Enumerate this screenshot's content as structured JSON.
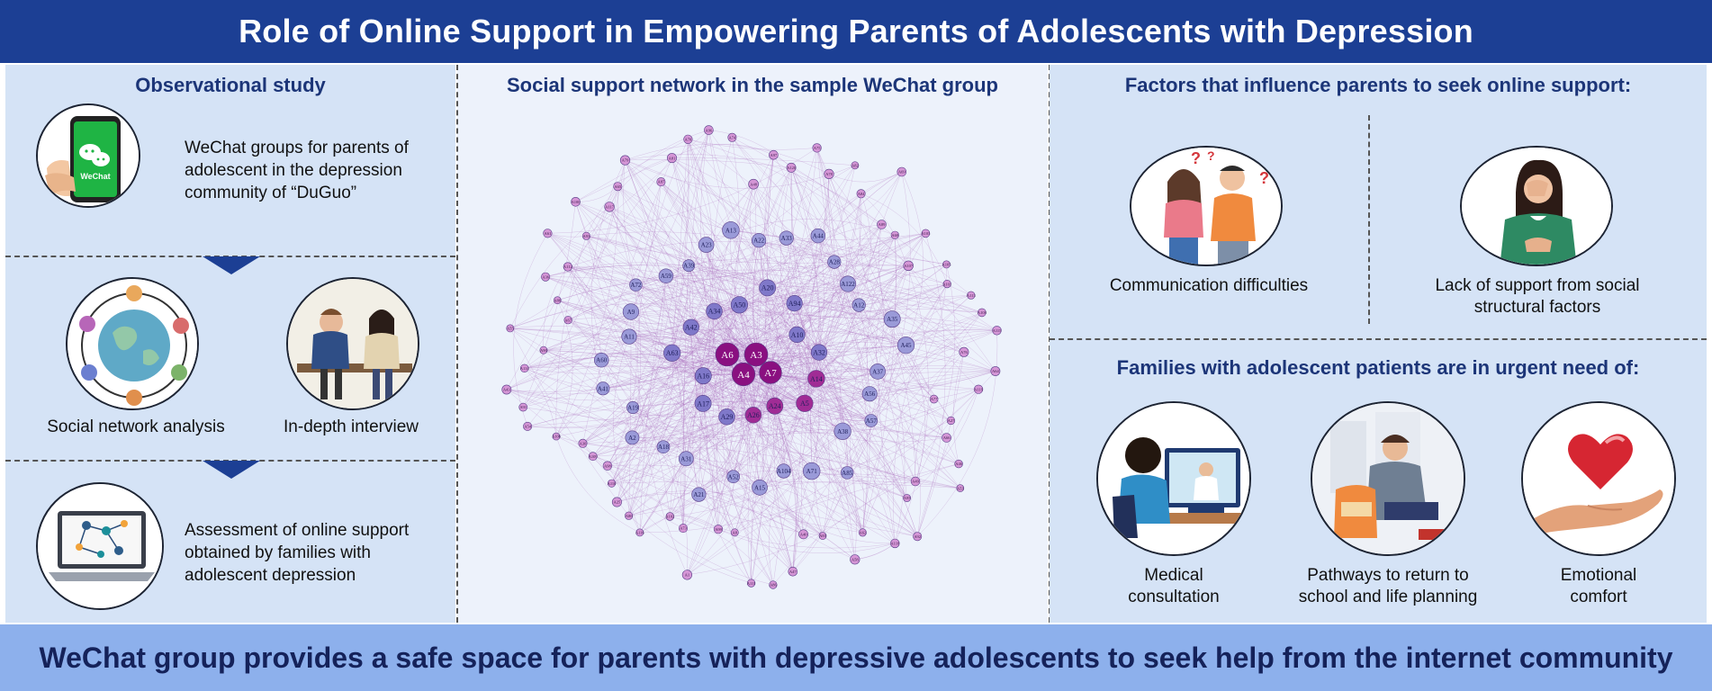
{
  "title": "Role of Online Support in Empowering Parents of Adolescents with Depression",
  "left": {
    "heading": "Observational study",
    "step1_text": "WeChat groups for parents of adolescent in the depression community of “DuGuo”",
    "wechat_logo_text": "WeChat",
    "sna_label": "Social network analysis",
    "interview_label": "In-depth interview",
    "step3_text": "Assessment of online support obtained by families with adolescent depression"
  },
  "middle": {
    "heading": "Social support network in the sample WeChat group"
  },
  "network": {
    "inner_nodes": [
      {
        "label": "A6",
        "r": 1.0
      },
      {
        "label": "A3",
        "r": 1.0
      },
      {
        "label": "A4",
        "r": 0.95
      },
      {
        "label": "A7",
        "r": 0.8
      },
      {
        "label": "A14",
        "r": 0.8
      },
      {
        "label": "A5",
        "r": 0.75
      },
      {
        "label": "A24",
        "r": 0.7
      },
      {
        "label": "A26",
        "r": 0.65
      },
      {
        "label": "A29",
        "r": 0.65
      },
      {
        "label": "A17",
        "r": 0.7
      },
      {
        "label": "A16",
        "r": 0.7
      },
      {
        "label": "A63",
        "r": 0.75
      },
      {
        "label": "A42",
        "r": 0.6
      },
      {
        "label": "A34",
        "r": 0.65
      },
      {
        "label": "A50",
        "r": 0.75
      },
      {
        "label": "A20",
        "r": 0.7
      },
      {
        "label": "A94",
        "r": 0.6
      },
      {
        "label": "A10",
        "r": 0.6
      },
      {
        "label": "A32",
        "r": 0.6
      }
    ],
    "mid_nodes": [
      "A37",
      "A56",
      "A57",
      "A38",
      "A85",
      "A71",
      "A104",
      "A15",
      "A52",
      "A21",
      "A31",
      "A18",
      "A2",
      "A19",
      "A41",
      "A60",
      "A11",
      "A9",
      "A72",
      "A59",
      "A39",
      "A23",
      "A13",
      "A22",
      "A33",
      "A44",
      "A28",
      "A122",
      "A12",
      "A35",
      "A45"
    ],
    "outer_nodes": [
      "A64",
      "A119",
      "A77",
      "A27",
      "A66",
      "A46",
      "A53",
      "A49",
      "A95",
      "A92",
      "A118",
      "A62",
      "A58",
      "A83",
      "A40",
      "A47",
      "A86",
      "A111",
      "A8",
      "A99",
      "A1",
      "A73",
      "A102",
      "A116",
      "A80",
      "A25",
      "A110",
      "A98",
      "A109",
      "A30",
      "A106",
      "A54",
      "A91",
      "A43",
      "A114",
      "A90",
      "A55",
      "A67",
      "A88",
      "A36",
      "A112",
      "A61",
      "A93",
      "A100",
      "A117",
      "A65",
      "A79",
      "A87",
      "A81",
      "A70",
      "A96",
      "A74",
      "A48",
      "A97",
      "A120",
      "A75",
      "A78",
      "A82",
      "A84",
      "A69",
      "A89",
      "A68",
      "A103",
      "A107",
      "A105",
      "A101",
      "A113",
      "A108",
      "A115",
      "A76"
    ],
    "colors": {
      "core": "#8a1080",
      "inner": "#7f78c9",
      "mid": "#9a9ad8",
      "outer": "#d596d6",
      "edge": "#a561b8"
    }
  },
  "right": {
    "factors_heading": "Factors that influence parents to seek online support:",
    "communication_label": "Communication difficulties",
    "lack_support_label": "Lack of support from social structural factors",
    "needs_heading": "Families with adolescent patients are in urgent need of:",
    "medical_label": "Medical consultation",
    "pathways_label": "Pathways to return to school and life planning",
    "emotional_label": "Emotional comfort"
  },
  "footer": "WeChat group provides a safe space for parents with depressive adolescents to seek help from the internet community"
}
